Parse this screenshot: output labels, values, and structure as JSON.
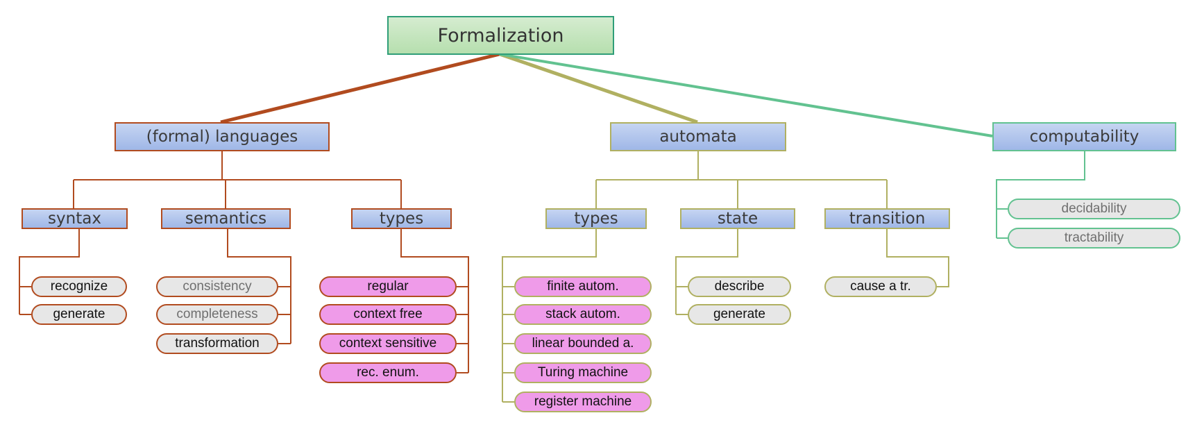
{
  "root": {
    "label": "Formalization"
  },
  "branches": [
    {
      "label": "(formal) languages",
      "color": "#b14b1f",
      "children": [
        {
          "label": "syntax",
          "leaves": [
            "recognize",
            "generate"
          ]
        },
        {
          "label": "semantics",
          "leaves": [
            "consistency",
            "completeness",
            "transformation"
          ]
        },
        {
          "label": "types",
          "leaves": [
            "regular",
            "context free",
            "context sensitive",
            "rec. enum."
          ]
        }
      ]
    },
    {
      "label": "automata",
      "color": "#b0b061",
      "children": [
        {
          "label": "types",
          "leaves": [
            "finite autom.",
            "stack autom.",
            "linear bounded a.",
            "Turing machine",
            "register machine"
          ]
        },
        {
          "label": "state",
          "leaves": [
            "describe",
            "generate"
          ]
        },
        {
          "label": "transition",
          "leaves": [
            "cause a tr."
          ]
        }
      ]
    },
    {
      "label": "computability",
      "color": "#62c290",
      "leaves": [
        "decidability",
        "tractability"
      ]
    }
  ],
  "colors": {
    "leaf_gray": "#e7e7e7",
    "leaf_pink": "#ef9be9",
    "topic_fill": "#a9bfea",
    "root_fill": "#c4e5bd"
  }
}
